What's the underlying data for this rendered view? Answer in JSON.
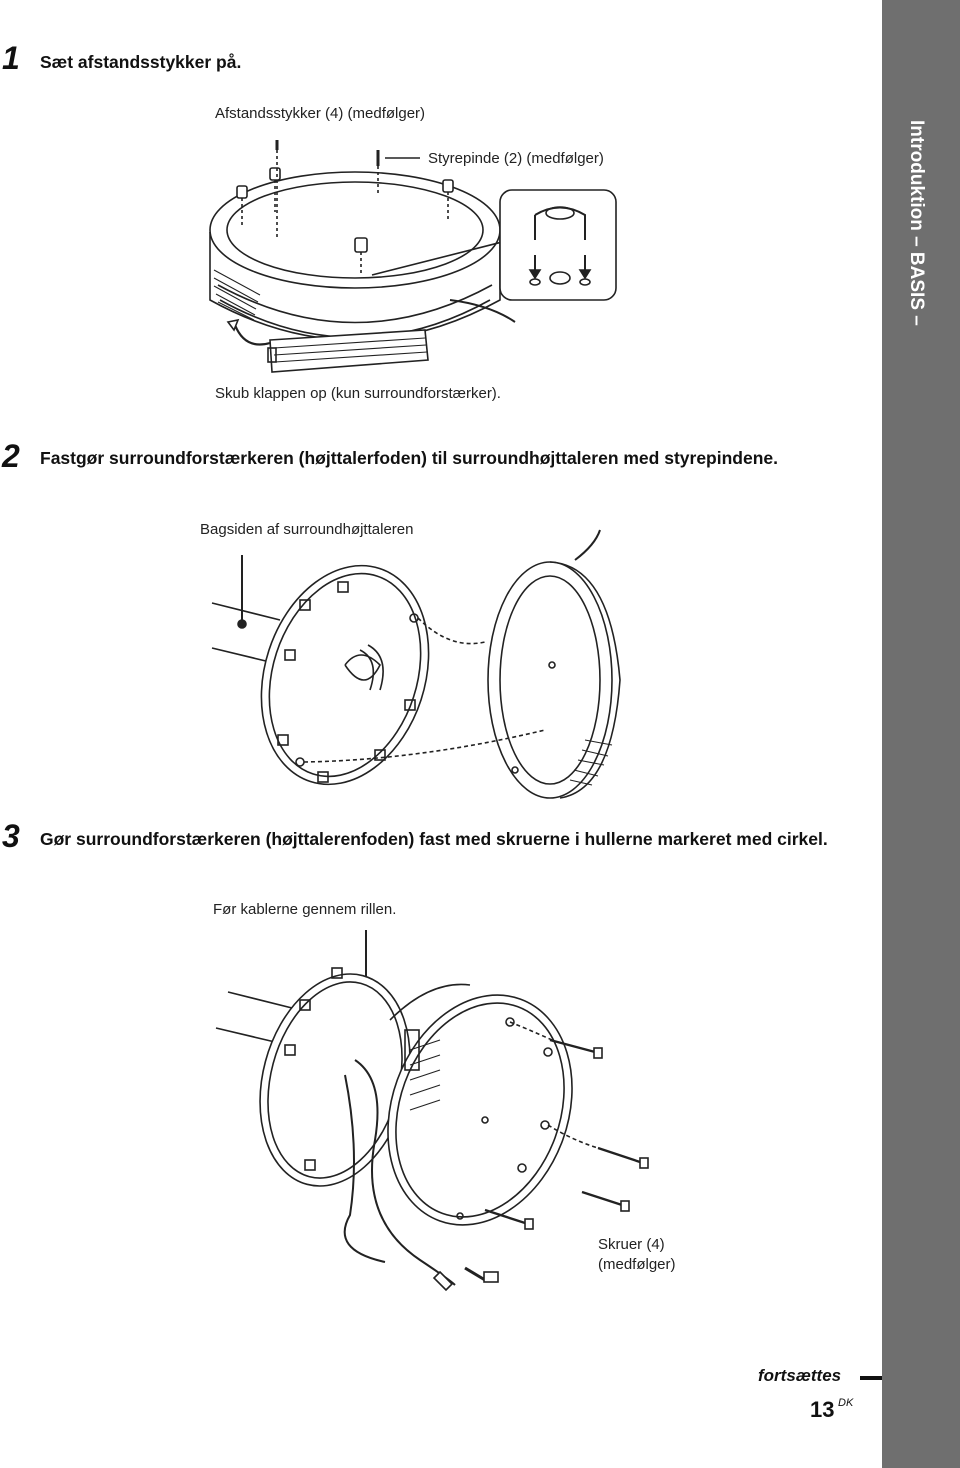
{
  "sidebar": {
    "section": "Introduktion – BASIS –"
  },
  "steps": [
    {
      "number": "1",
      "text": "Sæt afstandsstykker på."
    },
    {
      "number": "2",
      "text": "Fastgør surroundforstærkeren (højttalerfoden) til surroundhøjttaleren med styrepindene."
    },
    {
      "number": "3",
      "text": "Gør surroundforstærkeren (højttalerenfoden) fast med skruerne i hullerne markeret med cirkel."
    }
  ],
  "labels": {
    "spacers": "Afstandsstykker (4) (medfølger)",
    "guide_pins": "Styrepinde (2) (medfølger)",
    "flap": "Skub klappen op (kun surroundforstærker).",
    "back_side": "Bagsiden af surroundhøjttaleren",
    "cables": "Før kablerne gennem rillen.",
    "screws_line1": "Skruer (4)",
    "screws_line2": "(medfølger)"
  },
  "footer": {
    "continue": "fortsættes",
    "page": "13",
    "suffix": "DK"
  }
}
